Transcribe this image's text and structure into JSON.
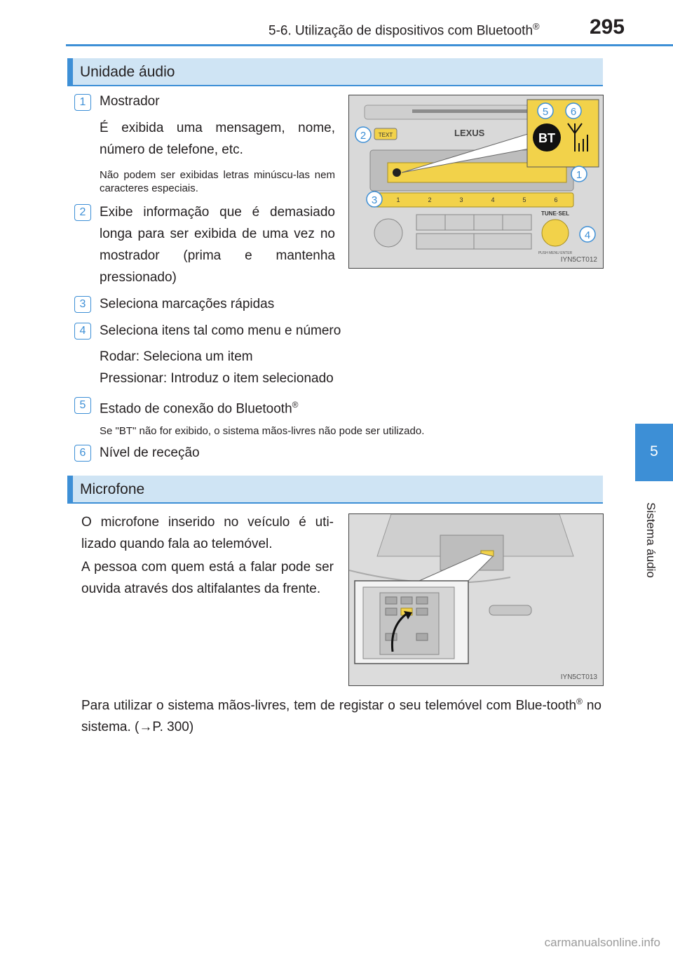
{
  "header": {
    "title": "5-6. Utilização de dispositivos com Bluetooth",
    "title_mark": "®",
    "page_number": "295"
  },
  "side_tab": {
    "chapter_number": "5",
    "chapter_label": "Sistema áudio"
  },
  "sections": {
    "audio_unit": {
      "title": "Unidade áudio",
      "items": [
        {
          "number": "1",
          "label": "Mostrador",
          "desc": "É exibida uma mensagem, nome, número de telefone, etc.",
          "note": "Não podem ser exibidas letras minúscu-las nem caracteres especiais."
        },
        {
          "number": "2",
          "label": "Exibe informação que é demasiado longa para ser exibida de uma vez no mostrador (prima e mantenha pressionado)"
        },
        {
          "number": "3",
          "label": "Seleciona marcações rápidas"
        },
        {
          "number": "4",
          "label": "Seleciona itens tal como menu e número",
          "desc_line1": "Rodar: Seleciona um item",
          "desc_line2": "Pressionar: Introduz o item selecionado"
        },
        {
          "number": "5",
          "label": "Estado de conexão do Bluetooth",
          "label_mark": "®",
          "note": "Se \"BT\" não for exibido, o sistema mãos-livres não pode ser utilizado."
        },
        {
          "number": "6",
          "label": "Nível de receção"
        }
      ]
    },
    "microphone": {
      "title": "Microfone",
      "para1": "O microfone inserido no veículo é uti-lizado quando fala ao telemóvel.",
      "para2": "A pessoa com quem está a falar pode ser ouvida através dos altifalantes da frente.",
      "para3_part1": "Para utilizar o sistema mãos-livres, tem de registar o seu telemóvel com Blue-tooth",
      "para3_mark": "®",
      "para3_part2": " no sistema. (→P. 300)"
    }
  },
  "figure1": {
    "code": "IYN5CT012",
    "text_button": "TEXT",
    "brand": "LEXUS",
    "bt_label": "BT",
    "tune_label": "TUNE·SEL",
    "menu_label": "PUSH MENU ENTER",
    "presets": [
      "1",
      "2",
      "3",
      "4",
      "5",
      "6"
    ],
    "callouts": [
      "1",
      "2",
      "3",
      "4",
      "5",
      "6"
    ]
  },
  "figure2": {
    "code": "IYN5CT013"
  },
  "watermark": "carmanualsonline.info",
  "colors": {
    "accent": "#3d8fd6",
    "header_fill": "#cfe4f4",
    "callout_fill": "#f2d24a"
  }
}
